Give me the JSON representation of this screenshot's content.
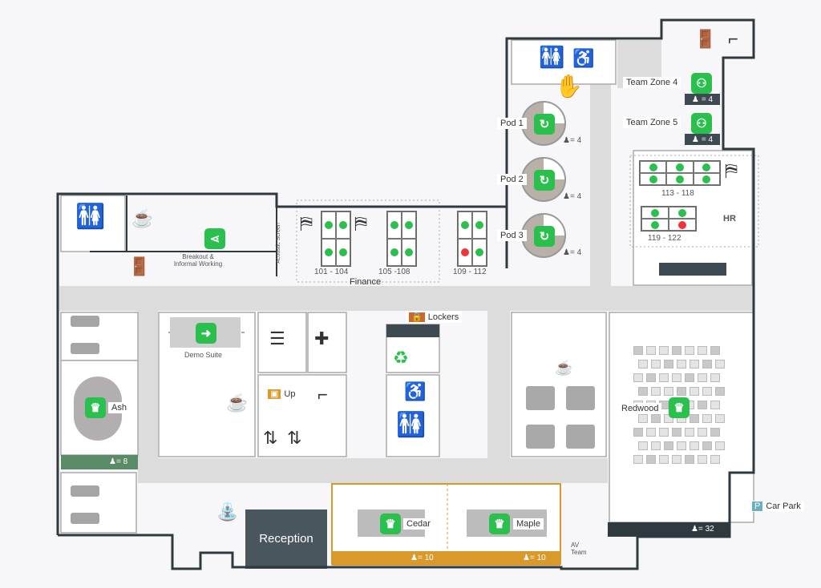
{
  "colors": {
    "available": "#2bbf4e",
    "occupied": "#f0343e",
    "wall": "#2f3a40",
    "corridor": "#dcdcdc",
    "cap_bar": "#3e4a52",
    "ash_bar": "#5a8a66",
    "orange": "#d99a2b"
  },
  "team_zones": [
    {
      "label": "Team Zone 4",
      "capacity": "= 4"
    },
    {
      "label": "Team Zone 5",
      "capacity": "= 4"
    }
  ],
  "pods": [
    {
      "label": "Pod 1",
      "capacity": "= 4"
    },
    {
      "label": "Pod 2",
      "capacity": "= 4"
    },
    {
      "label": "Pod 3",
      "capacity": "= 4"
    }
  ],
  "desks": [
    {
      "label": "101 - 104",
      "cols": 2,
      "seats": [
        "available",
        "available",
        "available",
        "available"
      ]
    },
    {
      "label": "105 -108",
      "cols": 2,
      "seats": [
        "available",
        "available",
        "available",
        "available"
      ]
    },
    {
      "label": "109 - 112",
      "cols": 2,
      "seats": [
        "available",
        "available",
        "occupied",
        "available"
      ]
    },
    {
      "label": "113 - 118",
      "cols": 3,
      "seats": [
        "available",
        "available",
        "available",
        "available",
        "available",
        "available"
      ]
    },
    {
      "label": "119 - 122",
      "cols": 2,
      "seats": [
        "available",
        "available",
        "available",
        "occupied"
      ]
    }
  ],
  "zones": {
    "finance": "Finance",
    "hr": "HR",
    "acoustic": "Acoustic Screen",
    "breakout": "Breakout & Informal Working",
    "demo": "Demo Suite",
    "lockers": "Lockers",
    "up": "Up",
    "reception": "Reception",
    "av_team": "AV Team",
    "car_park": "Car Park"
  },
  "rooms": [
    {
      "label": "Ash",
      "capacity": "= 8"
    },
    {
      "label": "Redwood",
      "capacity": "= 32"
    },
    {
      "label": "Cedar",
      "capacity": "= 10"
    },
    {
      "label": "Maple",
      "capacity": "= 10"
    }
  ]
}
